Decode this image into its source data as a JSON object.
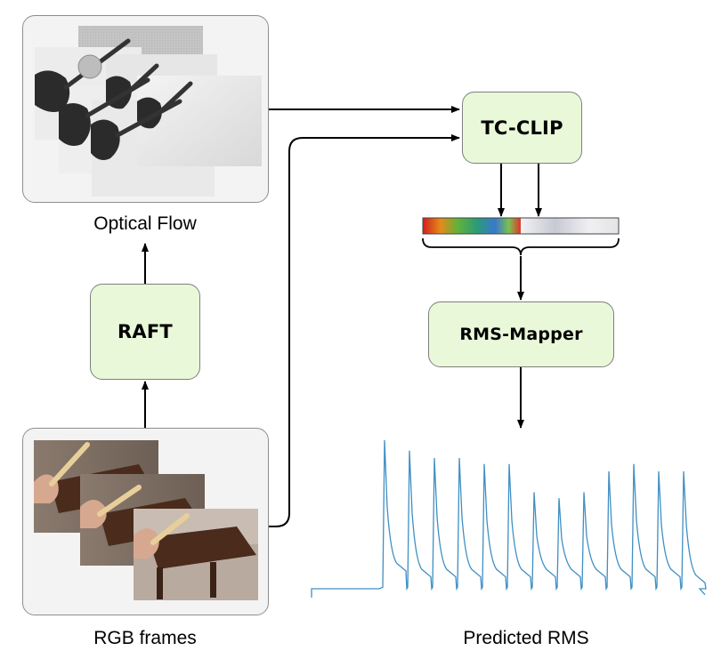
{
  "captions": {
    "optical_flow": "Optical Flow",
    "rgb_frames": "RGB frames",
    "predicted_rms": "Predicted RMS"
  },
  "nodes": {
    "raft": "RAFT",
    "tc_clip": "TC-CLIP",
    "rms_mapper": "RMS-Mapper"
  },
  "colors": {
    "node_fill": "#e9f8d9",
    "panel_fill": "#f3f3f3",
    "rms_line": "#3f8fc4",
    "arrow": "#000000"
  },
  "chart_data": {
    "type": "line",
    "series": [
      {
        "peaks": [
          1.0,
          0.93,
          0.88,
          0.88,
          0.84,
          0.84,
          0.65,
          0.61,
          0.65,
          0.79,
          0.84,
          0.79,
          0.79
        ],
        "baseline": 0.0,
        "trough_after_peak": [
          0.12,
          0.08,
          0.08,
          0.08,
          0.08,
          0.08,
          0.08,
          0.08,
          0.08,
          0.08,
          0.08,
          0.08,
          0.04
        ]
      }
    ]
  }
}
